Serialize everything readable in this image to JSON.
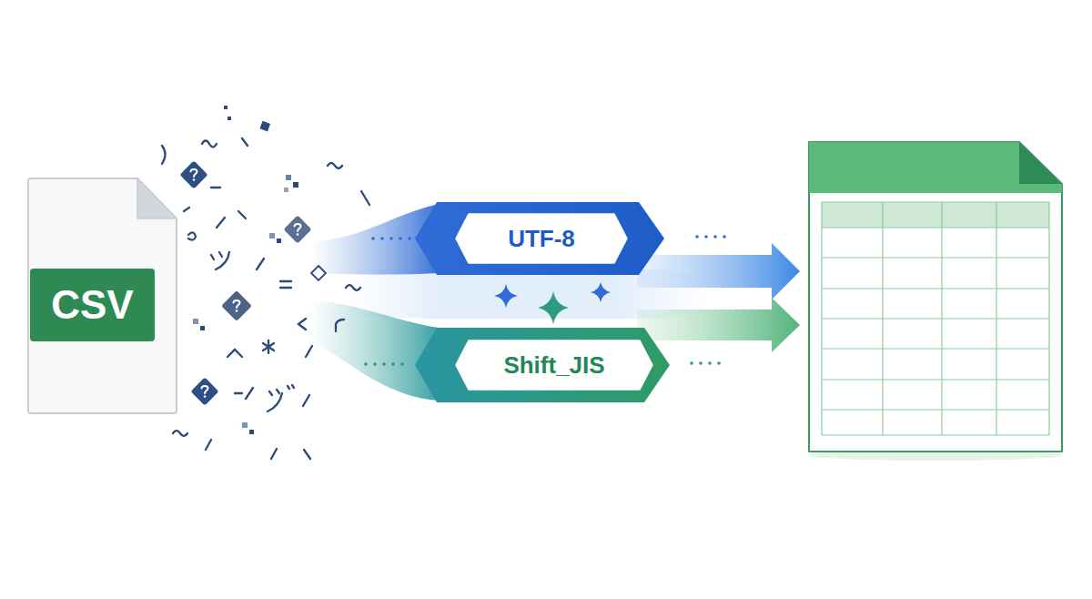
{
  "diagram": {
    "nodes": [
      {
        "text": [
          "CSV"
        ]
      },
      {
        "text": [
          "UTF-8"
        ]
      },
      {
        "text": [
          "Shift_JIS"
        ]
      }
    ]
  }
}
